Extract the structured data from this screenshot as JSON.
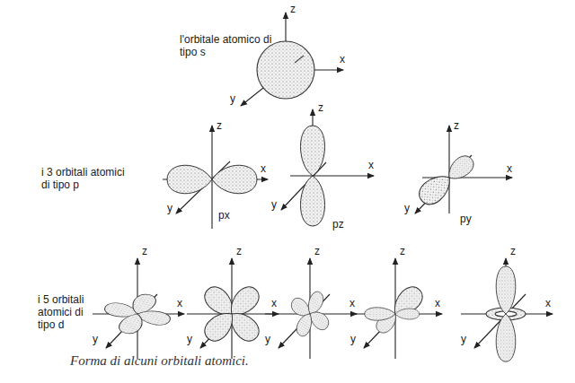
{
  "diagram": {
    "caption": "Forma di alcuni orbitali atomici.",
    "labels": [
      "l'orbitale atomico di tipo s",
      "z",
      "x",
      "y",
      "i 3 orbitali atomici di tipo p",
      "z",
      "x",
      "y",
      "px",
      "z",
      "x",
      "y",
      "pz",
      "z",
      "x",
      "y",
      "py",
      "i 5 orbitali atomici di tipo d",
      "z",
      "x",
      "y",
      "z",
      "x",
      "y",
      "z",
      "x",
      "y",
      "z",
      "x",
      "y",
      "z",
      "x",
      "y"
    ]
  }
}
